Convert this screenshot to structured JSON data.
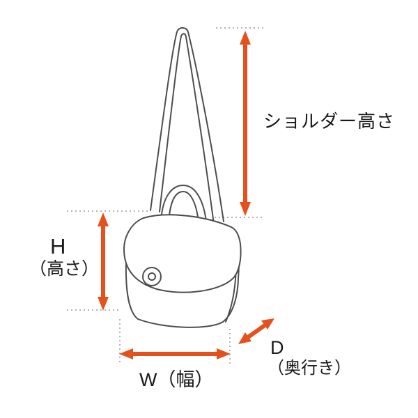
{
  "diagram": {
    "title_context": "bag-dimension-diagram",
    "labels": {
      "shoulder_height": "ショルダー高さ",
      "height_letter": "H",
      "height_sub": "（高さ）",
      "width": "W（幅）",
      "depth_letter": "D",
      "depth_sub": "（奥行き）"
    },
    "colors": {
      "arrow": "#e4511d",
      "line_art": "#4d4d4d",
      "dotted": "#9a9a9a",
      "text": "#1a1a1a",
      "background": "#ffffff"
    }
  }
}
